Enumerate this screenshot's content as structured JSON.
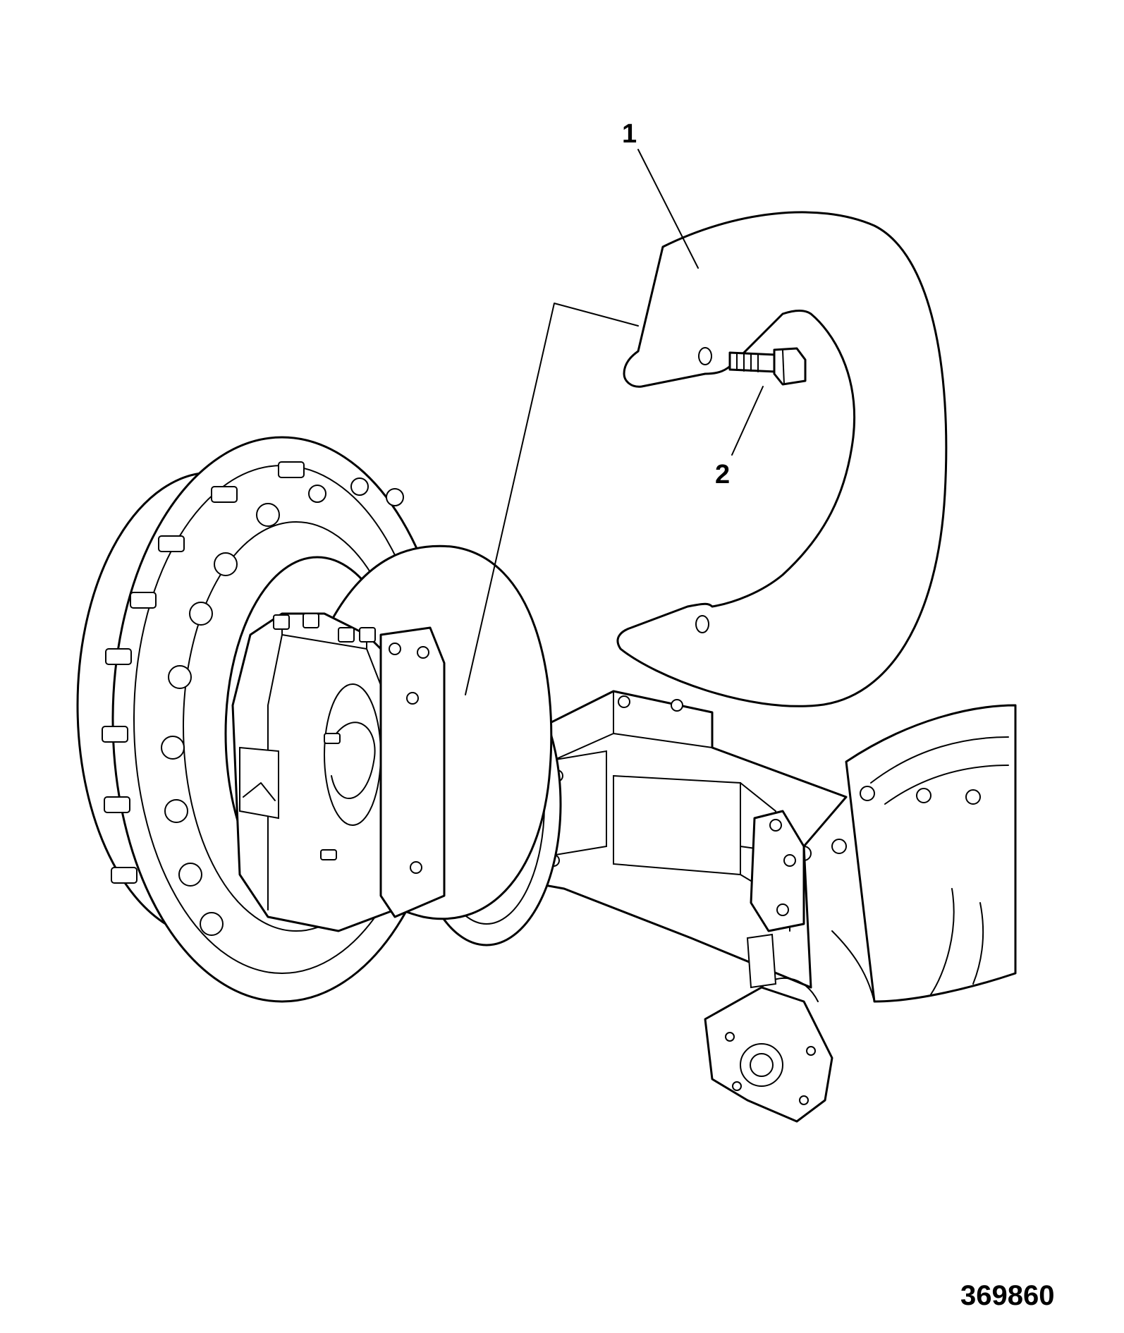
{
  "callouts": [
    {
      "number": "1",
      "part": "shield-plate"
    },
    {
      "number": "2",
      "part": "bolt"
    }
  ],
  "figure_number": "369860",
  "icons": [
    "axle-assembly",
    "hub",
    "brake-disc",
    "brake-caliper",
    "shield-plate",
    "bolt",
    "yoke-flange"
  ]
}
